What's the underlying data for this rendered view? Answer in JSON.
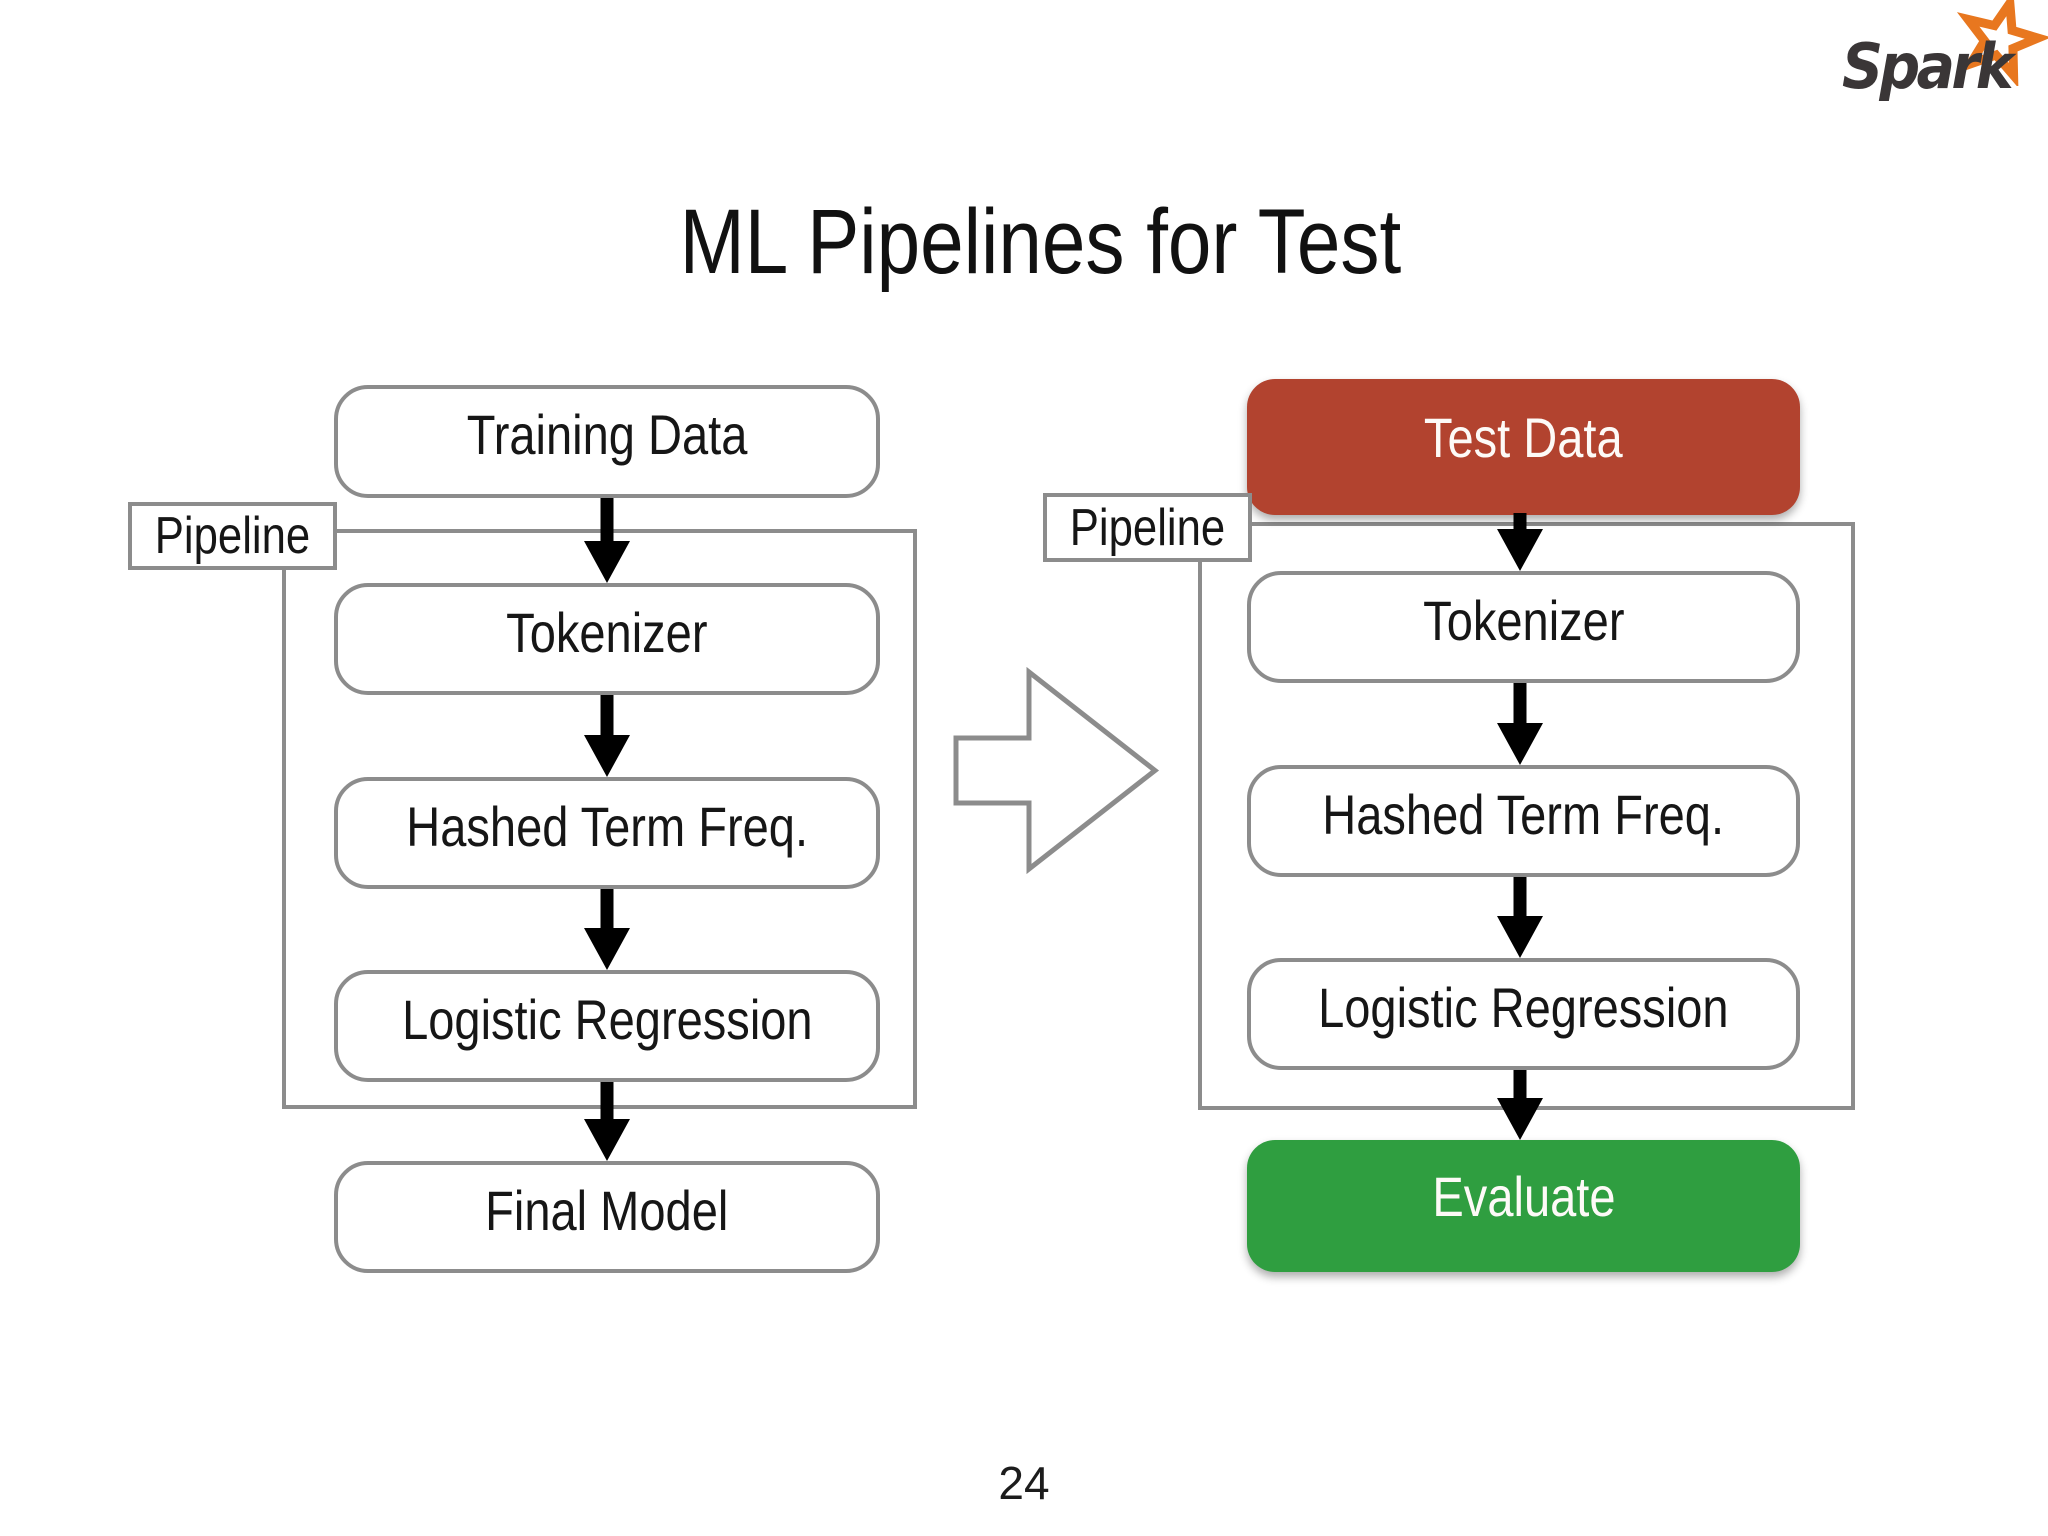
{
  "slide": {
    "title": "ML Pipelines for Test",
    "page_number": "24",
    "logo_text": "Spark",
    "left_pipeline": {
      "label": "Pipeline",
      "nodes": [
        "Training Data",
        "Tokenizer",
        "Hashed Term Freq.",
        "Logistic Regression",
        "Final Model"
      ]
    },
    "right_pipeline": {
      "label": "Pipeline",
      "nodes": [
        "Test Data",
        "Tokenizer",
        "Hashed Term Freq.",
        "Logistic Regression",
        "Evaluate"
      ]
    },
    "colors": {
      "test_data_fill": "#b2432f",
      "evaluate_fill": "#2f9e40",
      "box_border": "#8c8c8c",
      "arrow_black": "#000000",
      "logo_orange": "#e8771f",
      "logo_gray": "#3a3637"
    }
  }
}
